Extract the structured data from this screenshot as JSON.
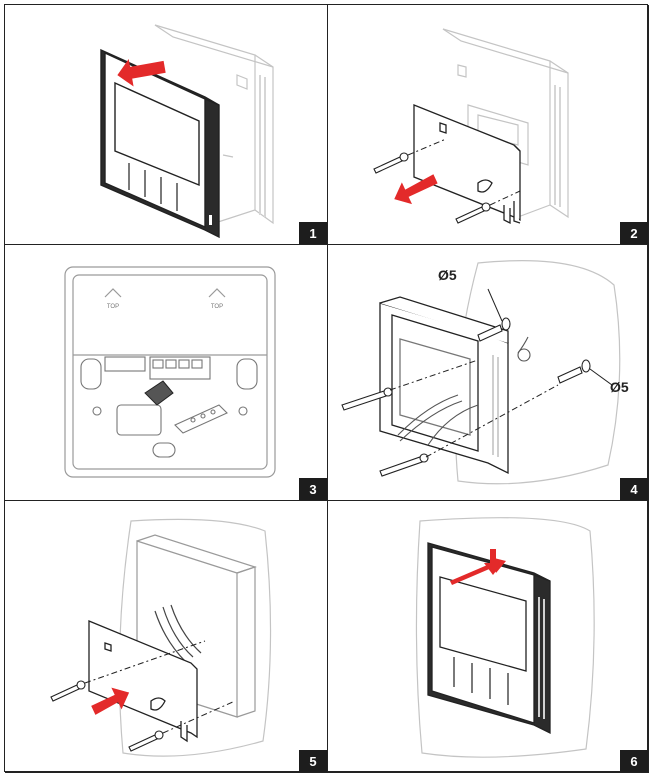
{
  "steps": [
    {
      "number": "1"
    },
    {
      "number": "2"
    },
    {
      "number": "3",
      "labels": [
        "TOP",
        "TOP"
      ]
    },
    {
      "number": "4",
      "labels": [
        "Ø5",
        "Ø5"
      ]
    },
    {
      "number": "5"
    },
    {
      "number": "6"
    }
  ],
  "colors": {
    "arrow": "#e32a2a",
    "line": "#222222",
    "ghost": "#bdbdbd",
    "badge": "#1d1d1d"
  }
}
